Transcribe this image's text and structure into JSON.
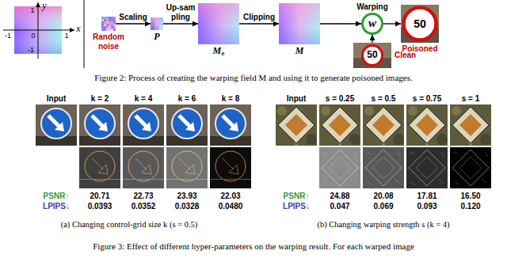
{
  "diagram": {
    "caption": "Figure 2: Process of creating the warping field M and using it to generate poisoned images.",
    "nodes": [
      {
        "text": [
          "Random noise"
        ]
      },
      {
        "text": [
          "P"
        ]
      },
      {
        "text": [
          "M₀"
        ]
      },
      {
        "text": [
          "M"
        ]
      },
      {
        "text": [
          "Warping",
          "w"
        ]
      },
      {
        "text": [
          "50",
          "Poisoned"
        ]
      },
      {
        "text": [
          "50",
          "Clean"
        ]
      }
    ],
    "edges": [
      {
        "from": 0,
        "to": 1,
        "arrow": "to",
        "label": "Scaling"
      },
      {
        "from": 1,
        "to": 2,
        "arrow": "to",
        "label": "Up-sam pling"
      },
      {
        "from": 2,
        "to": 3,
        "arrow": "to",
        "label": "Clipping"
      },
      {
        "from": 3,
        "to": 4,
        "arrow": "to"
      },
      {
        "from": 4,
        "to": 5,
        "arrow": "to"
      },
      {
        "from": 6,
        "to": 4,
        "arrow": "to"
      }
    ],
    "labels": [
      "y",
      "1",
      "-1",
      "0",
      "1",
      "x",
      "-1",
      "Input",
      "k = 2",
      "k = 4",
      "k = 6",
      "k = 8",
      "Input",
      "s = 0.25",
      "s = 0.5",
      "s = 0.75",
      "s = 1",
      "PSNR↑",
      "20.71",
      "22.73",
      "23.93",
      "22.03",
      "PSNR↑",
      "24.88",
      "20.08",
      "17.81",
      "16.50",
      "LPIPS↓",
      "0.0393",
      "0.0352",
      "0.0328",
      "0.0480",
      "LPIPS↓",
      "0.047",
      "0.069",
      "0.093",
      "0.120",
      "(a) Changing control-grid size k (s = 0.5)",
      "(b) Changing warping strength s (k = 4)",
      "Figure 3: Effect of different hyper-parameters on the warping result. For each warped image"
    ]
  }
}
